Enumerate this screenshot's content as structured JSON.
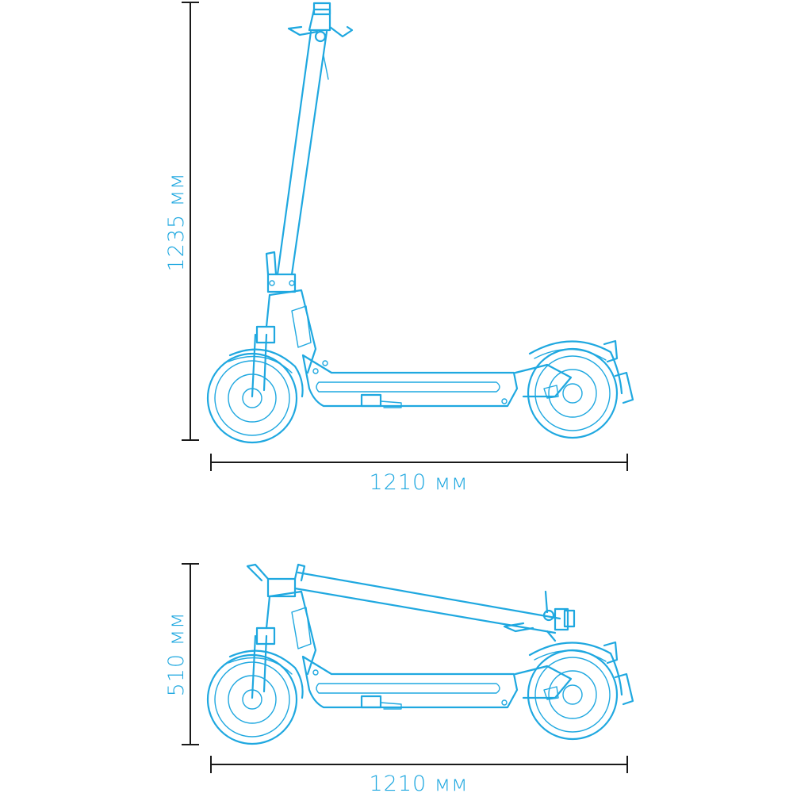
{
  "dimensions": {
    "unfolded_height": "1235 мм",
    "unfolded_length": "1210 мм",
    "folded_height": "510 мм",
    "folded_length": "1210 мм"
  },
  "colors": {
    "drawing": "#1fa8e0",
    "dimension_lines": "#1a1a1a"
  },
  "views": [
    "unfolded-side-view",
    "folded-side-view"
  ]
}
